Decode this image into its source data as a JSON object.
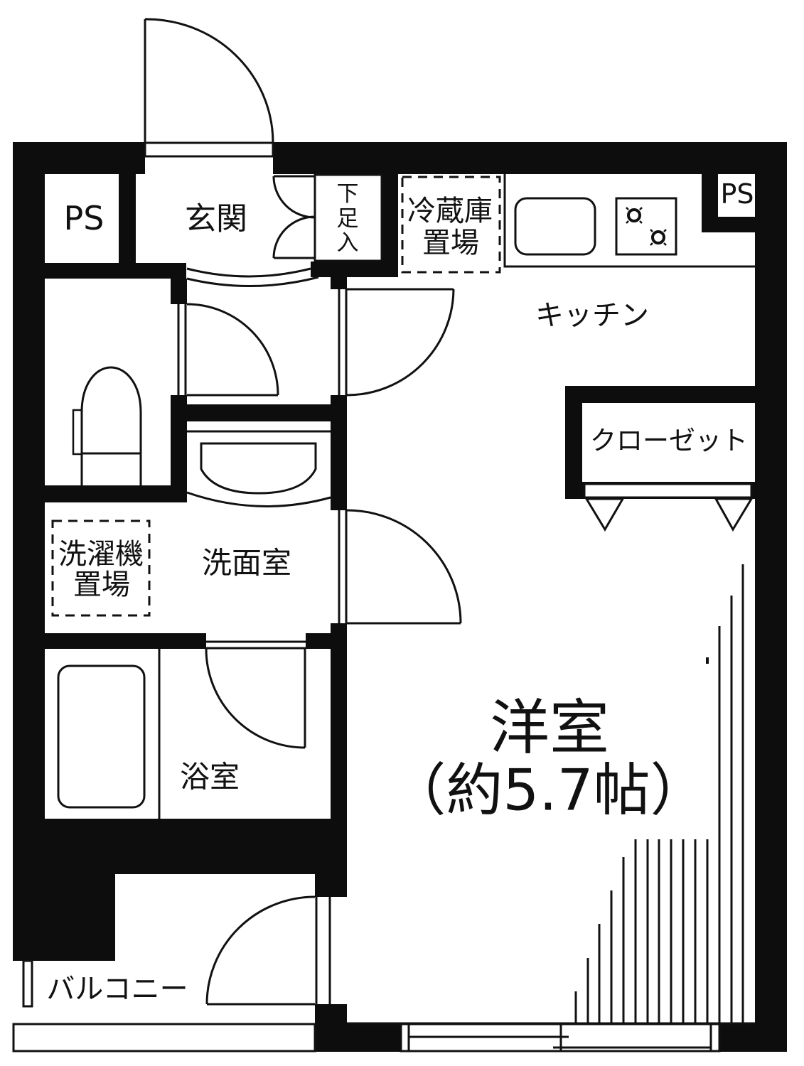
{
  "labels": {
    "ps_left": "PS",
    "entrance": "玄関",
    "shoe_storage": [
      "下",
      "足",
      "入"
    ],
    "fridge_space": [
      "冷蔵庫",
      "置場"
    ],
    "ps_right": "PS",
    "kitchen": "キッチン",
    "closet": "クローゼット",
    "washer_space": [
      "洗濯機",
      "置場"
    ],
    "washroom": "洗面室",
    "bathroom": "浴室",
    "western_room": [
      "洋室",
      "（約5.7帖）"
    ],
    "balcony": "バルコニー"
  },
  "western_room_area": {
    "approx": true,
    "value": 5.7,
    "unit": "帖"
  },
  "icons": {
    "sink": "kitchen-sink-icon",
    "stove": "two-burner-stove-icon",
    "toilet": "toilet-icon",
    "basin": "wash-basin-icon",
    "bathtub": "bathtub-icon"
  },
  "colors": {
    "wall": "#0d0d0d",
    "line": "#111111",
    "background": "#ffffff"
  }
}
